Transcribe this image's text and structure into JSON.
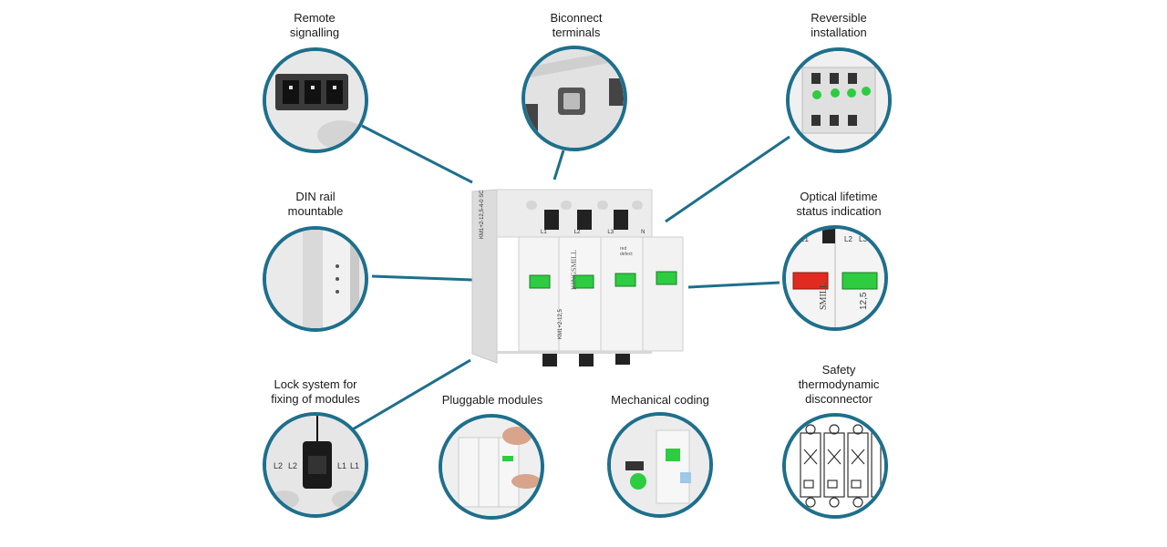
{
  "features": [
    {
      "id": "remote-signalling",
      "label": "Remote\nsignalling"
    },
    {
      "id": "biconnect-terminals",
      "label": "Biconnect\nterminals"
    },
    {
      "id": "reversible-installation",
      "label": "Reversible\ninstallation"
    },
    {
      "id": "din-rail-mountable",
      "label": "DIN rail\nmountable"
    },
    {
      "id": "optical-lifetime",
      "label": "Optical lifetime\nstatus indication"
    },
    {
      "id": "lock-system",
      "label": "Lock system for\nfixing of modules"
    },
    {
      "id": "pluggable-modules",
      "label": "Pluggable modules"
    },
    {
      "id": "mechanical-coding",
      "label": "Mechanical coding"
    },
    {
      "id": "safety-disconnector",
      "label": "Safety\nthermodynamic\ndisconnector"
    }
  ],
  "device": {
    "brand": "KINGSMILL",
    "model": "KM1+2-12,5",
    "side_text": "KM1+2-12,5-4-0 SC",
    "terminals": [
      "L1",
      "L2",
      "L3",
      "N"
    ],
    "indicator_text": "red\ndefect"
  },
  "details": {
    "lock_labels": [
      "L2",
      "L2",
      "L1",
      "L1"
    ],
    "status_labels": [
      "L1",
      "L2",
      "L3"
    ],
    "status_brand_fragment": "SMILL",
    "status_value_fragment": "12,5"
  },
  "colors": {
    "accent": "#1e6f8c",
    "indicator_green": "#2ecc40",
    "indicator_red": "#e02b20",
    "terminal_dark": "#222222",
    "body_grey": "#ededed"
  }
}
